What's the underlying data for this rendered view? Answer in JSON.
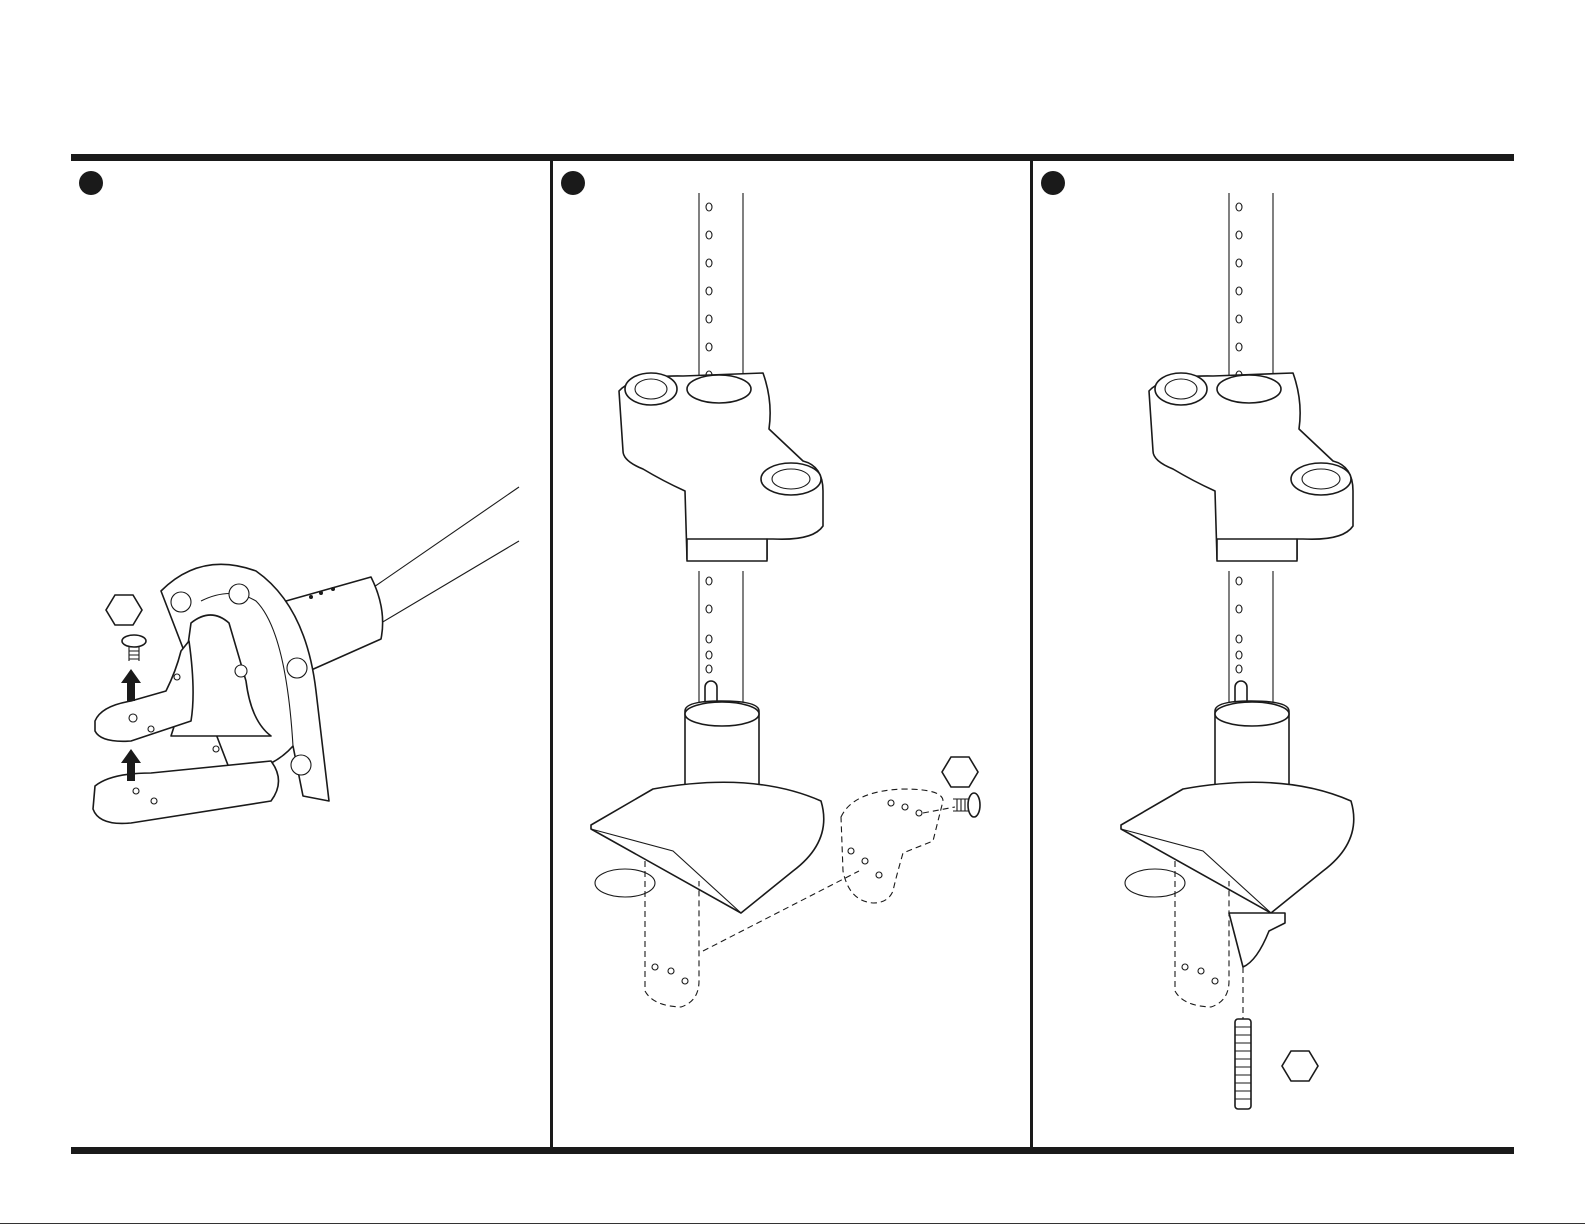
{
  "page": {
    "accent_color": "#1a1a1a",
    "background_color": "#ffffff"
  },
  "panels": [
    {
      "step_marker": "filled-circle",
      "callouts": [
        "hex-part-label"
      ],
      "icons": [
        "wall-plate-bracket-icon",
        "screw-icon",
        "up-arrow-icon",
        "up-arrow-icon",
        "pole-icon"
      ]
    },
    {
      "step_marker": "filled-circle",
      "callouts": [
        "hex-part-label"
      ],
      "icons": [
        "pole-icon",
        "collar-clamp-icon",
        "desk-base-icon",
        "bracket-icon",
        "screw-icon"
      ]
    },
    {
      "step_marker": "filled-circle",
      "callouts": [
        "hex-part-label"
      ],
      "icons": [
        "pole-icon",
        "collar-clamp-icon",
        "desk-base-icon",
        "threaded-rod-icon"
      ]
    }
  ]
}
